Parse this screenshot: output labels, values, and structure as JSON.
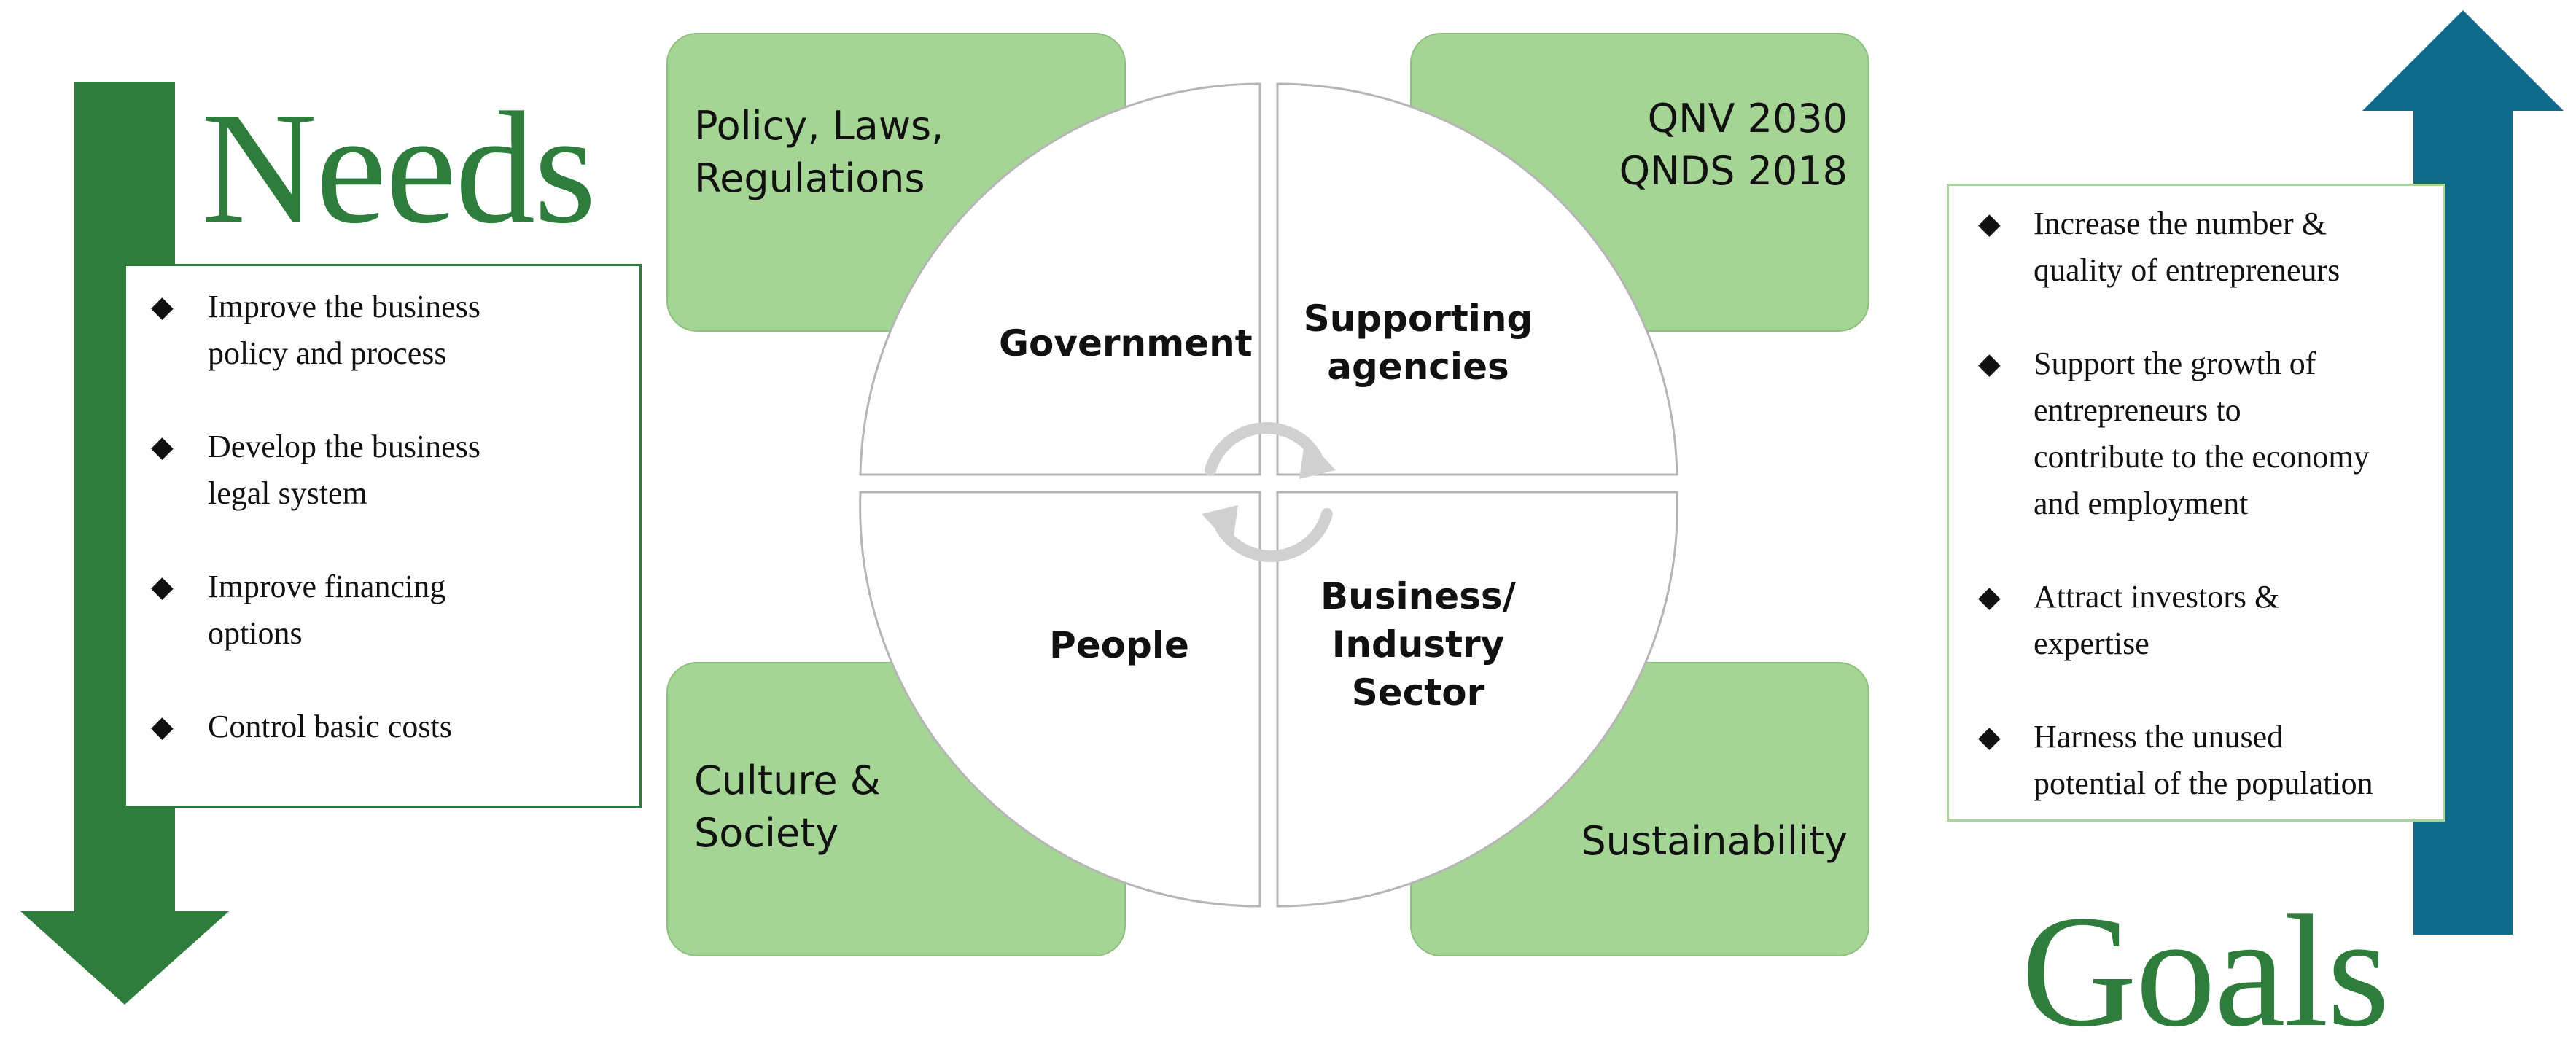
{
  "needs": {
    "title": "Needs",
    "items": [
      {
        "line1": "Improve the business",
        "line2": "policy and process"
      },
      {
        "line1": "Develop the business",
        "line2": "legal system"
      },
      {
        "line1": "Improve financing",
        "line2": "options"
      },
      {
        "line1": "Control basic costs",
        "line2": ""
      }
    ]
  },
  "goals": {
    "title": "Goals",
    "items": [
      {
        "lines": [
          "Increase the number &",
          "quality of entrepreneurs"
        ]
      },
      {
        "lines": [
          "Support the growth of",
          "entrepreneurs to",
          "contribute to the economy",
          "and employment"
        ]
      },
      {
        "lines": [
          "Attract investors &",
          "expertise"
        ]
      },
      {
        "lines": [
          "Harness the unused",
          "potential of the population"
        ]
      }
    ]
  },
  "corners": {
    "top_left": {
      "line1": "Policy, Laws,",
      "line2": "Regulations"
    },
    "top_right": {
      "line1": "QNV 2030",
      "line2": "QNDS 2018"
    },
    "bottom_left": {
      "line1": "Culture &",
      "line2": "Society"
    },
    "bottom_right": {
      "line1": "Sustainability"
    }
  },
  "quadrants": {
    "top_left": {
      "line1": "Government"
    },
    "top_right": {
      "line1": "Supporting",
      "line2": "agencies"
    },
    "bottom_left": {
      "line1": "People"
    },
    "bottom_right": {
      "line1": "Business/",
      "line2": "Industry",
      "line3": "Sector"
    }
  },
  "bullet_glyph": "◆",
  "colors": {
    "needs_green": "#2e7d3c",
    "goals_blue": "#0f6a8c",
    "corner_green": "#a5d594",
    "cycle_gray": "#d0d0d0"
  },
  "icons": {
    "down_arrow": "down-arrow-icon",
    "up_arrow": "up-arrow-icon",
    "cycle": "cycle-arrows-icon"
  }
}
